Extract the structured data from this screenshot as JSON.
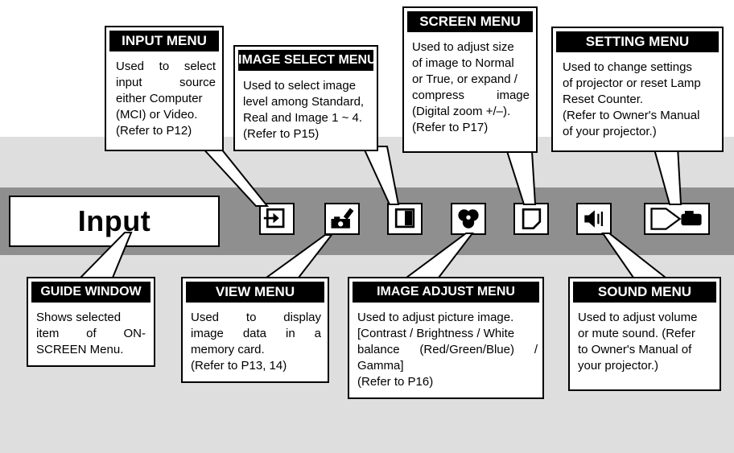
{
  "guide_window_text": "Input",
  "icons": [
    {
      "name": "input-menu-icon"
    },
    {
      "name": "view-menu-icon"
    },
    {
      "name": "screen-menu-icon"
    },
    {
      "name": "image-adjust-menu-icon"
    },
    {
      "name": "image-select-menu-icon"
    },
    {
      "name": "sound-menu-icon"
    },
    {
      "name": "setting-menu-icon"
    }
  ],
  "callouts": {
    "input_menu": {
      "title": "INPUT MENU",
      "lines": [
        "Used to select",
        "input source",
        "either Computer",
        "(MCI) or Video.",
        "(Refer to P12)"
      ]
    },
    "image_select_menu": {
      "title": "IMAGE SELECT MENU",
      "lines": [
        "Used to select image",
        "level among Standard,",
        "Real and Image 1 ~ 4.",
        "(Refer to P15)"
      ]
    },
    "screen_menu": {
      "title": "SCREEN MENU",
      "lines": [
        "Used to adjust size",
        "of image to Normal",
        "or True, or expand /",
        "compress image",
        "(Digital zoom +/–).",
        "(Refer to P17)"
      ]
    },
    "setting_menu": {
      "title": "SETTING MENU",
      "lines": [
        "Used to change settings",
        "of projector or reset Lamp",
        "Reset Counter.",
        "(Refer to Owner's Manual",
        "of your projector.)"
      ]
    },
    "guide_window": {
      "title": "GUIDE WINDOW",
      "lines": [
        "Shows selected",
        "item of ON-",
        "SCREEN Menu."
      ]
    },
    "view_menu": {
      "title": "VIEW MENU",
      "lines": [
        "Used to display",
        "image data in a",
        "memory card.",
        "(Refer to P13, 14)"
      ]
    },
    "image_adjust_menu": {
      "title": "IMAGE ADJUST MENU",
      "lines": [
        "Used to adjust picture image.",
        "[Contrast / Brightness / White",
        "balance (Red/Green/Blue) /",
        "Gamma]",
        "(Refer to P16)"
      ]
    },
    "sound_menu": {
      "title": "SOUND MENU",
      "lines": [
        "Used to adjust volume",
        "or mute sound. (Refer",
        "to Owner's Manual of",
        "your projector.)"
      ]
    }
  }
}
